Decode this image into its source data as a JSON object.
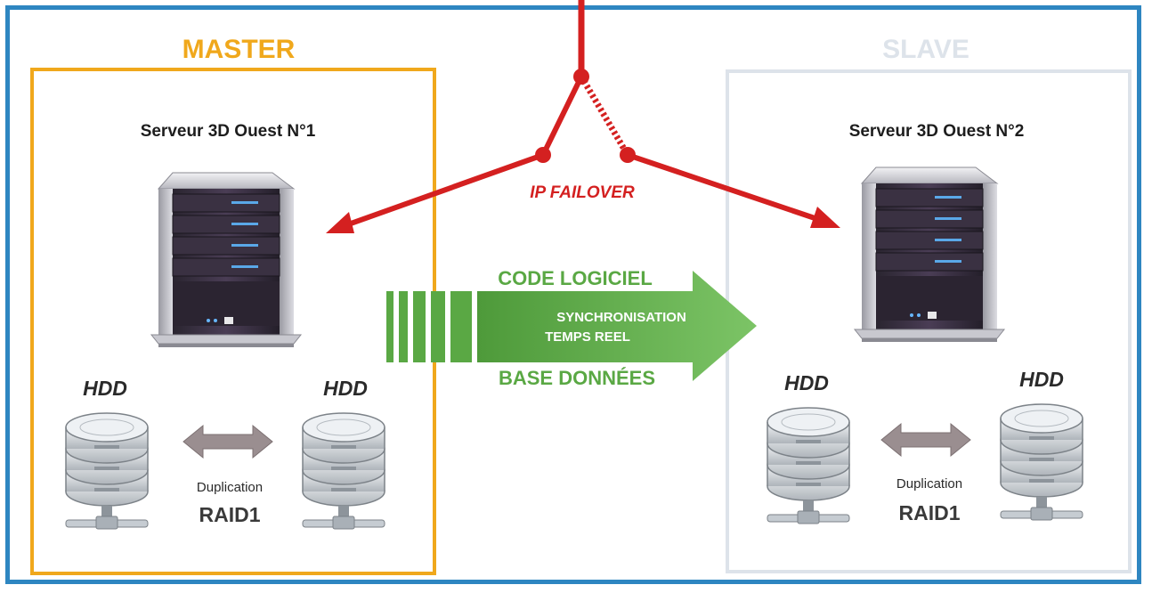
{
  "master": {
    "title": "MASTER",
    "server_name": "Serveur 3D Ouest N°1",
    "hdd_left": "HDD",
    "hdd_right": "HDD",
    "duplication_label": "Duplication",
    "raid_label": "RAID1"
  },
  "slave": {
    "title": "SLAVE",
    "server_name": "Serveur 3D Ouest N°2",
    "hdd_left": "HDD",
    "hdd_right": "HDD",
    "duplication_label": "Duplication",
    "raid_label": "RAID1"
  },
  "failover": {
    "label": "IP FAILOVER"
  },
  "sync_arrow": {
    "top_label": "CODE LOGICIEL",
    "middle_line1": "SYNCHRONISATION",
    "middle_line2": "TEMPS REEL",
    "bottom_label": "BASE DONNÉES"
  },
  "colors": {
    "frame": "#2e86c1",
    "master": "#f0a81c",
    "slave": "#dde3ea",
    "failover": "#d42020",
    "sync": "#5aa844"
  }
}
